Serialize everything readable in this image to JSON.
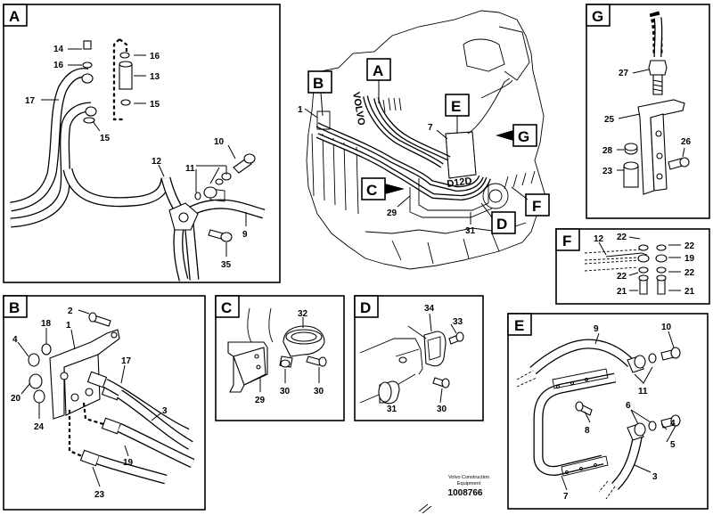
{
  "panels": {
    "A": {
      "tag": "A",
      "callouts": [
        "14",
        "16",
        "16",
        "13",
        "15",
        "17",
        "15",
        "10",
        "12",
        "11",
        "9",
        "35"
      ]
    },
    "overview": {
      "tags": [
        "A",
        "B",
        "C",
        "D",
        "E",
        "F",
        "G"
      ],
      "callouts": [
        "1",
        "7",
        "29",
        "31"
      ]
    },
    "G": {
      "tag": "G",
      "callouts": [
        "27",
        "25",
        "28",
        "26",
        "23"
      ]
    },
    "F": {
      "tag": "F",
      "callouts": [
        "12",
        "22",
        "22",
        "19",
        "22",
        "22",
        "21",
        "21"
      ]
    },
    "B": {
      "tag": "B",
      "callouts": [
        "2",
        "18",
        "1",
        "4",
        "17",
        "20",
        "24",
        "3",
        "19",
        "23"
      ]
    },
    "C": {
      "tag": "C",
      "callouts": [
        "32",
        "29",
        "30",
        "30"
      ]
    },
    "D": {
      "tag": "D",
      "callouts": [
        "34",
        "33",
        "31",
        "30"
      ]
    },
    "E": {
      "tag": "E",
      "callouts": [
        "9",
        "10",
        "11",
        "8",
        "6",
        "4",
        "5",
        "3",
        "7"
      ]
    }
  },
  "engine_text": {
    "left": "VOLVO",
    "right": "D12D"
  },
  "footer": {
    "credit_line1": "Volvo Construction",
    "credit_line2": "Equipment",
    "doc_number": "1008766"
  }
}
